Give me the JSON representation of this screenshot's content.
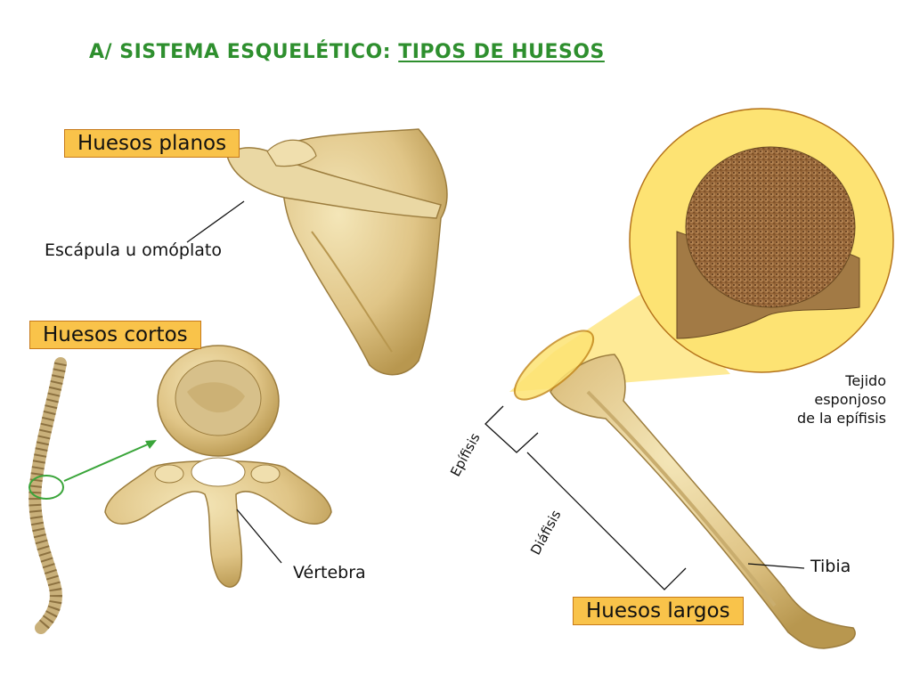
{
  "title": {
    "prefix": "A/ SISTEMA ESQUELÉTICO:",
    "underlined": "TIPOS DE HUESOS"
  },
  "categories": {
    "flat": "Huesos planos",
    "short": "Huesos cortos",
    "long": "Huesos largos"
  },
  "labels": {
    "scapula": "Escápula u omóplato",
    "vertebra": "Vértebra",
    "tibia": "Tibia",
    "epiphysis": "Epífisis",
    "diaphysis": "Diáfisis",
    "spongy_line1": "Tejido",
    "spongy_line2": "esponjoso",
    "spongy_line3": "de la epífisis"
  },
  "colors": {
    "title": "#2e8f2e",
    "tag_fill": "#f9c34a",
    "tag_border": "#c77a1a",
    "bone": "#e3cc8f",
    "highlight": "#fde373"
  }
}
